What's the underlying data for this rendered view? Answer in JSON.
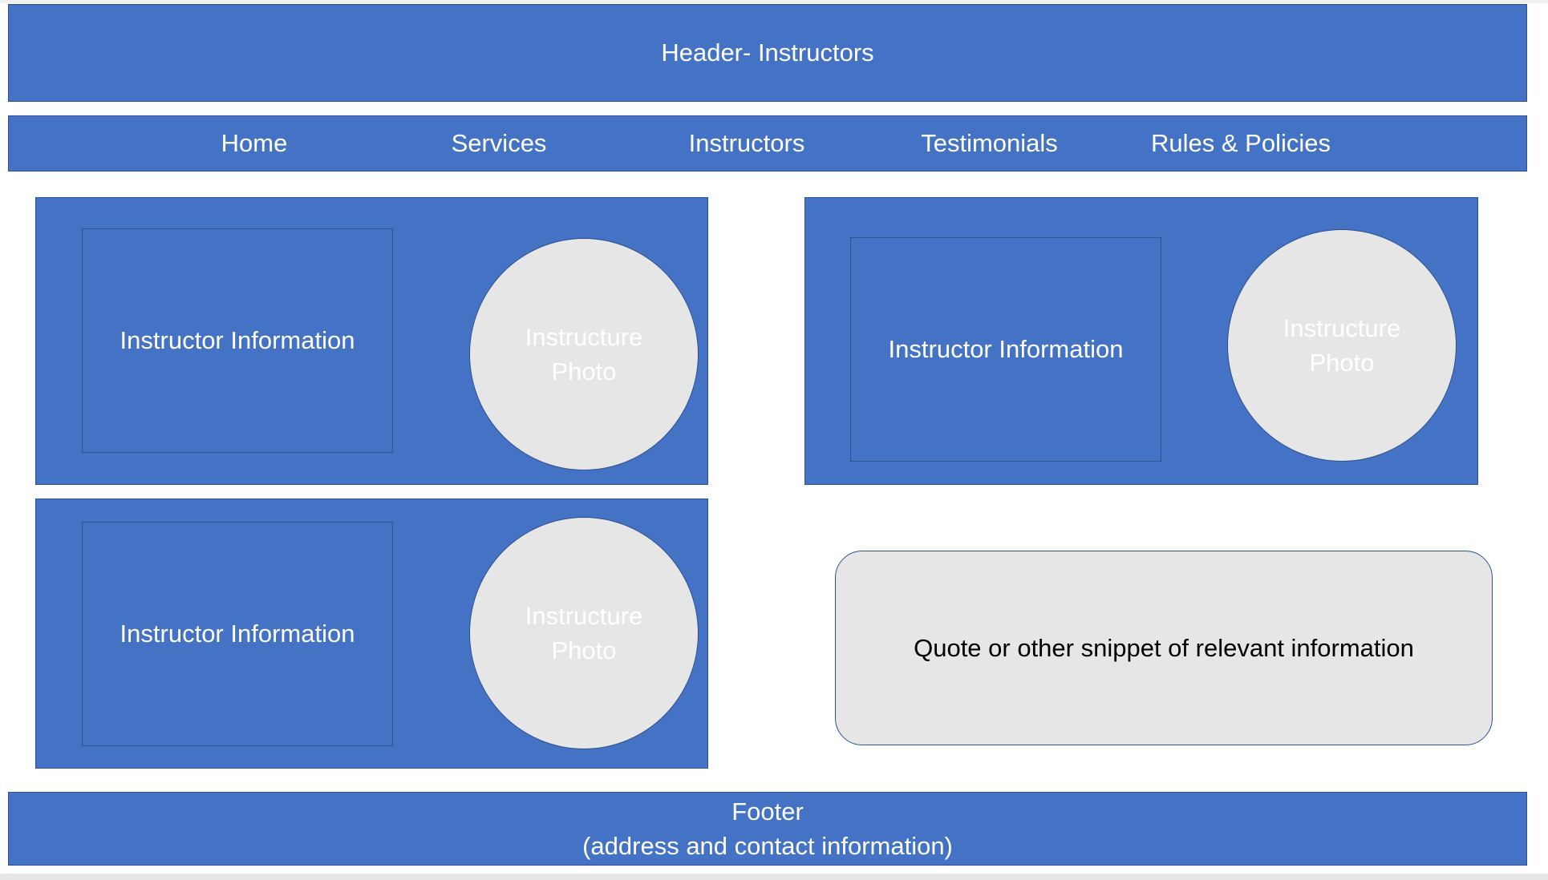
{
  "header": {
    "title": "Header- Instructors"
  },
  "nav": {
    "items": [
      {
        "label": "Home"
      },
      {
        "label": "Services"
      },
      {
        "label": "Instructors"
      },
      {
        "label": "Testimonials"
      },
      {
        "label": "Rules & Policies"
      }
    ]
  },
  "cards": [
    {
      "info": "Instructor Information",
      "photo": "Instructure Photo"
    },
    {
      "info": "Instructor Information",
      "photo": "Instructure Photo"
    },
    {
      "info": "Instructor Information",
      "photo": "Instructure Photo"
    }
  ],
  "quote": {
    "text": "Quote or other snippet of relevant information"
  },
  "footer": {
    "line1": "Footer",
    "line2": "(address and contact information)"
  },
  "colors": {
    "block_blue": "#4472c4",
    "border_blue": "#2f528f",
    "placeholder_gray": "#e7e6e6"
  }
}
